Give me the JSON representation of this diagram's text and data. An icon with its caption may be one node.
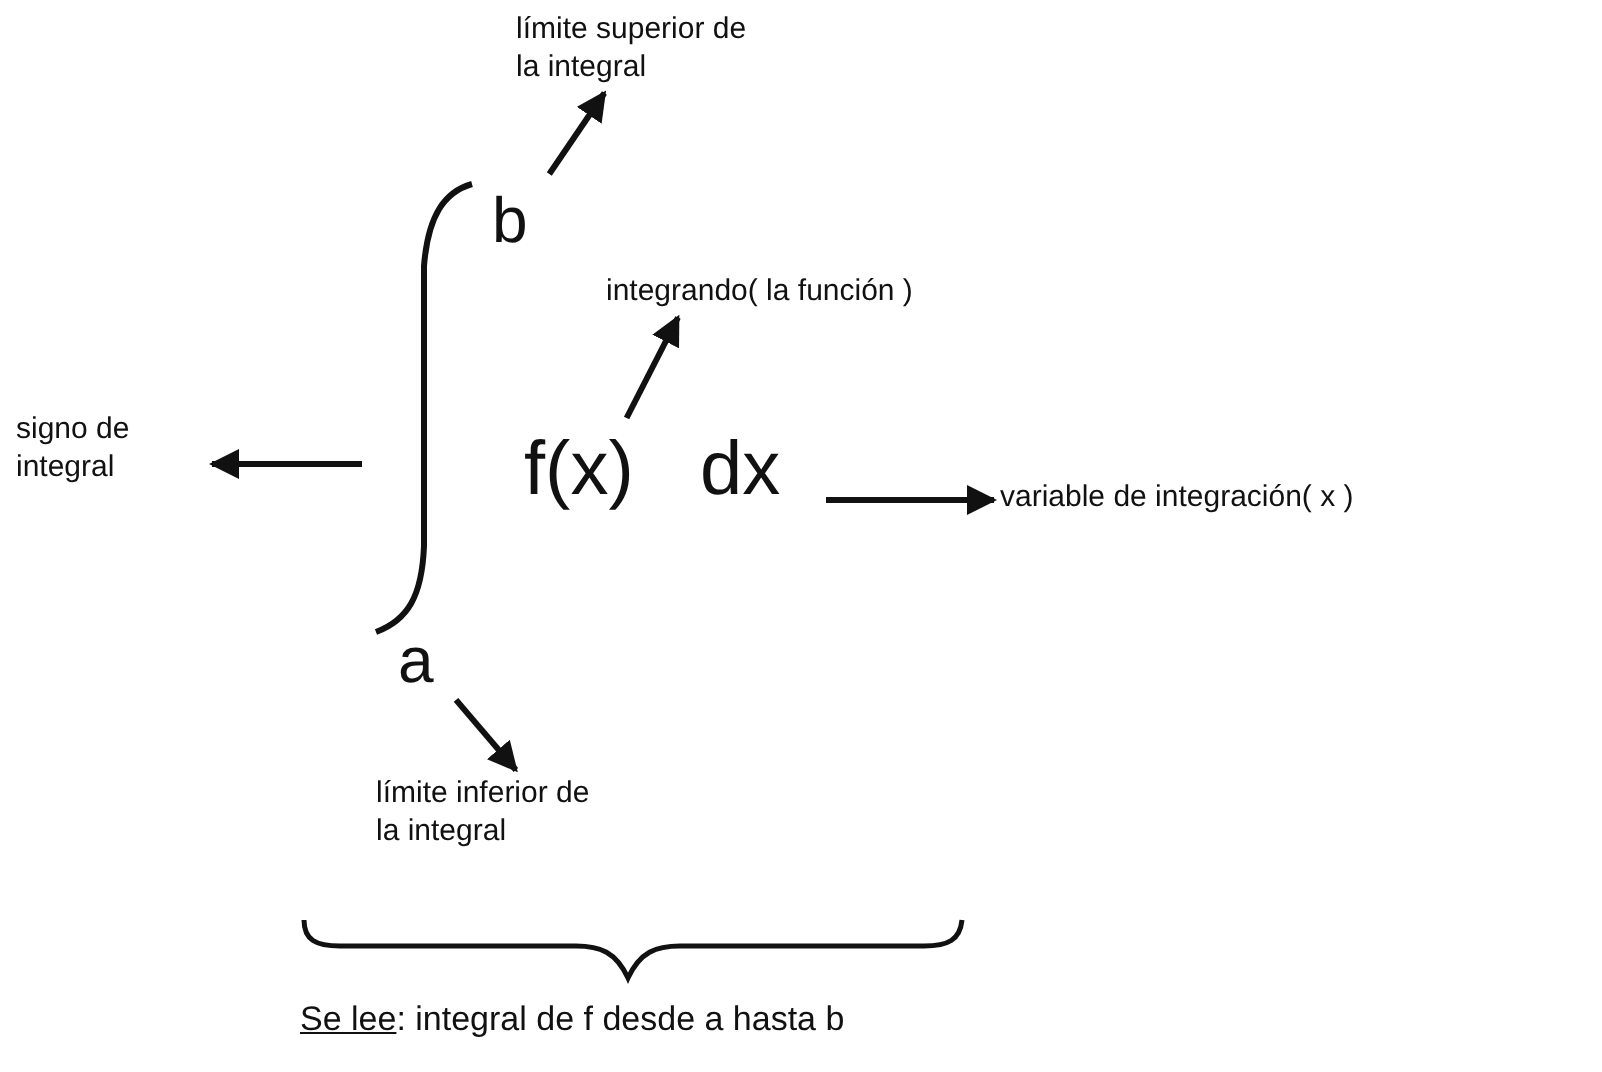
{
  "diagram": {
    "nodes": [
      {
        "text": [
          "límite superior de la integral"
        ]
      },
      {
        "text": [
          "b"
        ]
      },
      {
        "text": [
          "integrando( la función )"
        ]
      },
      {
        "text": [
          "signo de integral"
        ]
      },
      {
        "text": [],
        "shape": "picture"
      },
      {
        "text": [
          "f(x)"
        ]
      },
      {
        "text": [
          "dx"
        ]
      },
      {
        "text": [
          "variable de integración( x )"
        ]
      },
      {
        "text": [
          "a"
        ]
      },
      {
        "text": [
          "límite inferior de la integral"
        ]
      }
    ],
    "edges": [
      {
        "from": 1,
        "to": 0,
        "arrow": "to"
      },
      {
        "from": 5,
        "to": 2,
        "arrow": "to"
      },
      {
        "from": 4,
        "to": 3,
        "arrow": "to"
      },
      {
        "from": 6,
        "to": 7,
        "arrow": "to"
      },
      {
        "from": 8,
        "to": 9,
        "arrow": "to"
      }
    ],
    "labels": [
      "Se lee",
      ": integral de f desde a hasta b"
    ]
  }
}
